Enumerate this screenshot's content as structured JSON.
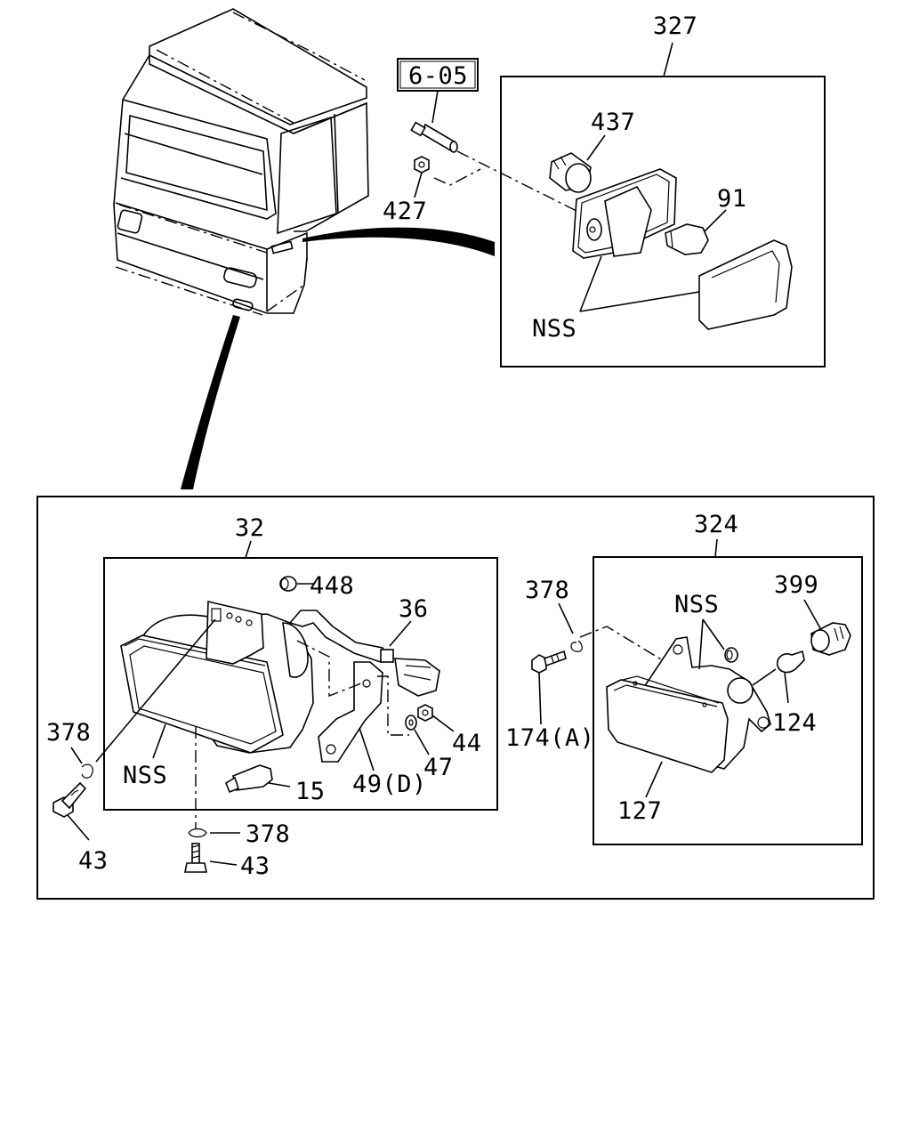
{
  "labels": {
    "cab_ref": "6-05",
    "side_turn_assy": "327",
    "bulb_socket_437": "437",
    "nut_427": "427",
    "bulb_91": "91",
    "nss_upper": "NSS",
    "fog_lamp_assy": "32",
    "plug_448": "448",
    "harness_36": "36",
    "washer_378_left": "378",
    "nss_left": "NSS",
    "bulb_15": "15",
    "bracket_49d": "49(D)",
    "washer_47": "47",
    "nut_44": "44",
    "bolt_43_left": "43",
    "washer_378_bottom": "378",
    "bolt_43_bottom": "43",
    "washer_378_mid": "378",
    "bolt_174a": "174(A)",
    "lamp_assy_324": "324",
    "nss_right": "NSS",
    "socket_399": "399",
    "bulb_124": "124",
    "lens_127": "127"
  }
}
